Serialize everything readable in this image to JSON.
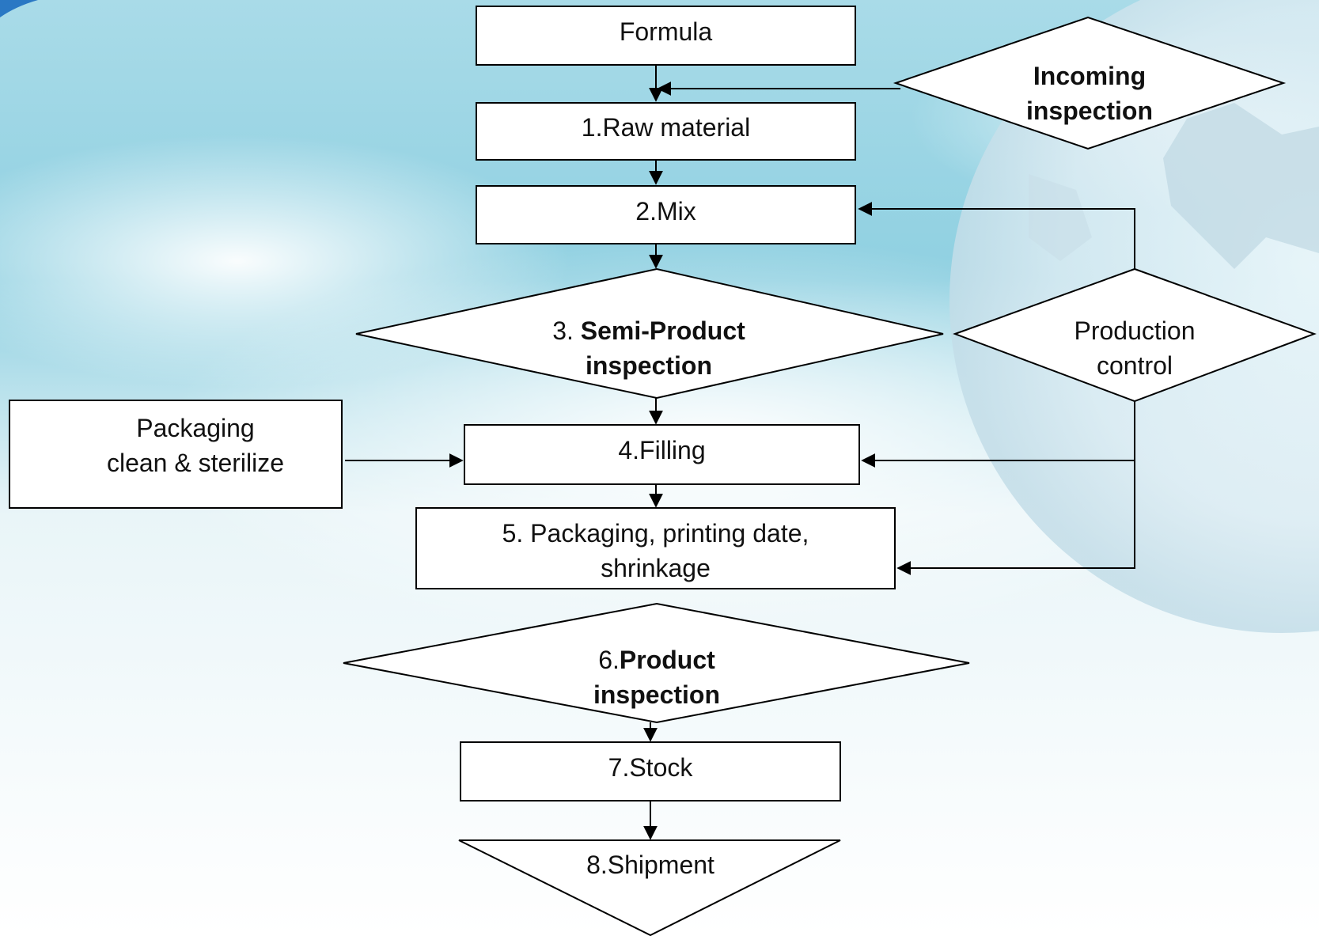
{
  "colors": {
    "sky_top": "#c4e6ef",
    "sky_mid": "#6fc3d8",
    "cloud": "#f4f9fb",
    "globe": "#e4f1f6",
    "box_fill": "#ffffff",
    "stroke": "#000000"
  },
  "nodes": {
    "formula": "Formula",
    "raw_material": "1.Raw material",
    "incoming": {
      "line1": "Incoming",
      "line2": "inspection"
    },
    "mix": "2.Mix",
    "semi_product": {
      "prefix": "3. ",
      "bold1": "Semi-Product",
      "bold2": "inspection"
    },
    "production_control": {
      "line1": "Production",
      "line2": "control"
    },
    "packaging_clean": {
      "line1": "Packaging",
      "line2": "clean & sterilize"
    },
    "filling": "4.Filling",
    "packaging_print": {
      "line1": "5. Packaging, printing date,",
      "line2": "shrinkage"
    },
    "product_inspection": {
      "prefix": "6.",
      "bold1": "Product",
      "bold2": "inspection"
    },
    "stock": "7.Stock",
    "shipment": "8.Shipment"
  }
}
